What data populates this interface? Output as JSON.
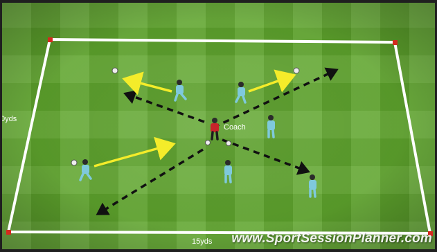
{
  "diagram": {
    "coach_label": "Coach",
    "side_label": "0yds",
    "bottom_label": "15yds",
    "watermark": "www.SportSessionPlanner.com"
  },
  "colors": {
    "grass": "#5fa52d",
    "boundary": "#ffffff",
    "corner_cone": "#d42a1e",
    "player_kit": "#7fc9dc",
    "coach_kit": "#c8242a",
    "pass_arrow": "#f4ec2a",
    "run_arrow": "#111111"
  },
  "icons": {
    "player": "player-figure-icon",
    "coach": "coach-figure-icon",
    "ball": "football-icon",
    "cone": "corner-cone-icon"
  }
}
